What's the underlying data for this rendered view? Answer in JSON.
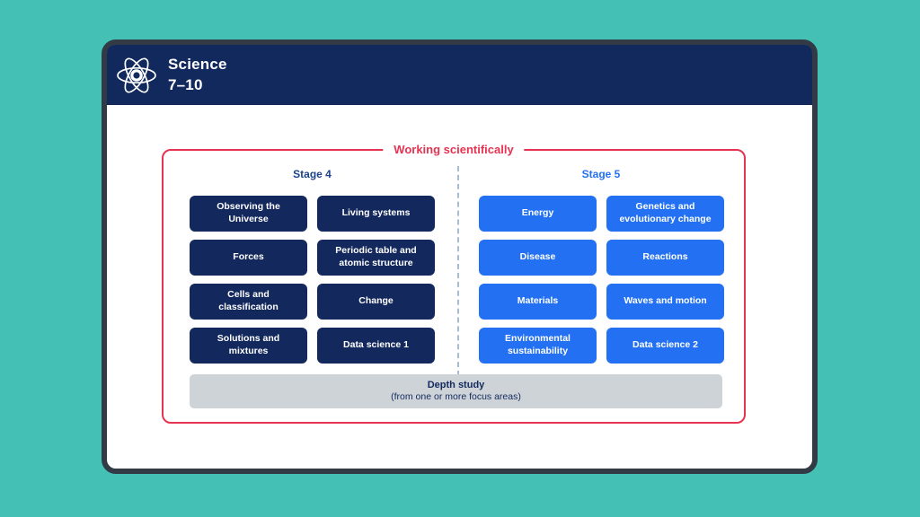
{
  "header": {
    "title_line1": "Science",
    "title_line2": "7–10"
  },
  "diagram": {
    "legend": "Working scientifically",
    "stages": [
      {
        "label": "Stage 4",
        "items": [
          "Observing the Universe",
          "Living systems",
          "Forces",
          "Periodic table and atomic structure",
          "Cells and classification",
          "Change",
          "Solutions and mixtures",
          "Data science 1"
        ]
      },
      {
        "label": "Stage 5",
        "items": [
          "Energy",
          "Genetics and evolutionary change",
          "Disease",
          "Reactions",
          "Materials",
          "Waves and motion",
          "Environmental sustainability",
          "Data science 2"
        ]
      }
    ],
    "depth_study": {
      "title": "Depth study",
      "subtitle": "(from one or more focus areas)"
    },
    "colors": {
      "background_teal": "#44c1b4",
      "card_border": "#323a46",
      "navy": "#13285c",
      "stage5_blue": "#2371f2",
      "accent_red": "#e63352",
      "depth_gray": "#ced3d8",
      "divider": "#a8bdd2"
    }
  }
}
